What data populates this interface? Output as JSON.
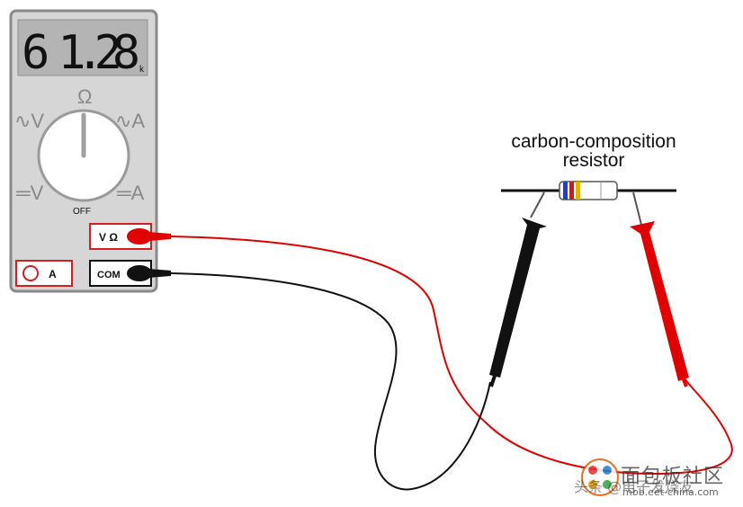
{
  "meter": {
    "display_value": "6 1.28",
    "display_suffix": "k",
    "ohm_symbol": "Ω",
    "ac_volts": "∿V",
    "ac_amps": "∿A",
    "dc_volts": "═V",
    "dc_amps": "═A",
    "off": "OFF",
    "jack_vohm": "V Ω",
    "jack_com": "COM",
    "jack_a": "A",
    "body_color": "#d8d8d8",
    "probe_red": "#e00000",
    "probe_black": "#111111"
  },
  "resistor": {
    "label_line1": "carbon-composition",
    "label_line2": "resistor",
    "bands": [
      "#2a3fb0",
      "#d01818",
      "#e6b400"
    ]
  },
  "watermark": {
    "site_cn": "面包板社区",
    "site_url": "mbb.eet-china.com",
    "prefix": "头条 @电子发烧友"
  }
}
